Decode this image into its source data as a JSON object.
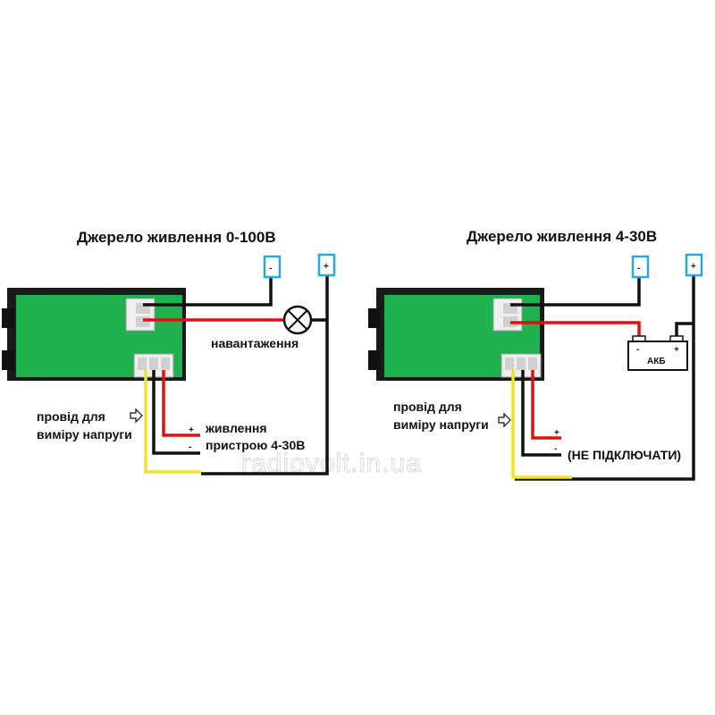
{
  "left": {
    "title": "Джерело живлення 0-100В",
    "minus": "-",
    "plus": "+",
    "load_label": "навантаження",
    "probe_label_1": "провід для",
    "probe_label_2": "виміру напруги",
    "supply_label_1": "живлення",
    "supply_label_2": "пристрою 4-30В",
    "supply_plus": "+",
    "supply_minus": "-"
  },
  "right": {
    "title": "Джерело живлення 4-30В",
    "minus": "-",
    "plus": "+",
    "battery_label": "АКБ",
    "battery_minus": "-",
    "battery_plus": "+",
    "probe_label_1": "провід для",
    "probe_label_2": "виміру напруги",
    "wire_plus": "+",
    "wire_minus": "-",
    "no_connect_label": "(НЕ ПІДКЛЮЧАТИ)"
  },
  "watermark": "radiovolt.in.ua",
  "colors": {
    "board": "#1fb14e",
    "frame": "#1a1a1a",
    "wire_red": "#e01010",
    "wire_black": "#111111",
    "wire_yellow": "#f2e22a",
    "terminal_blue": "#29a8e0"
  }
}
